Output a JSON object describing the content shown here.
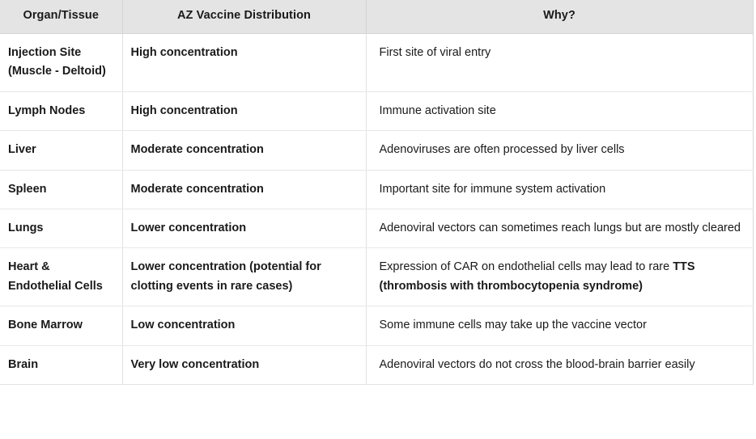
{
  "table": {
    "headers": [
      {
        "label": "Organ/Tissue",
        "name": "organ-tissue"
      },
      {
        "label": "AZ Vaccine Distribution",
        "name": "az-vaccine-distribution"
      },
      {
        "label": "Why?",
        "name": "why"
      }
    ],
    "header_background": "#e4e4e4",
    "border_color": "#e2e2e2",
    "text_color": "#1a1a1a",
    "rows": [
      {
        "organ": "Injection Site (Muscle - Deltoid)",
        "distribution": "High concentration",
        "why_plain": "First site of viral entry",
        "why_bold": ""
      },
      {
        "organ": "Lymph Nodes",
        "distribution": "High concentration",
        "why_plain": "Immune activation site",
        "why_bold": ""
      },
      {
        "organ": "Liver",
        "distribution": "Moderate concentration",
        "why_plain": "Adenoviruses are often processed by liver cells",
        "why_bold": ""
      },
      {
        "organ": "Spleen",
        "distribution": "Moderate concentration",
        "why_plain": "Important site for immune system activation",
        "why_bold": ""
      },
      {
        "organ": "Lungs",
        "distribution": "Lower concentration",
        "why_plain": "Adenoviral vectors can sometimes reach lungs but are mostly cleared",
        "why_bold": ""
      },
      {
        "organ": "Heart & Endothelial Cells",
        "distribution": "Lower concentration (potential for clotting events in rare cases)",
        "why_plain": "Expression of CAR on endothelial cells may lead to rare ",
        "why_bold": "TTS (thrombosis with thrombocytopenia syndrome)"
      },
      {
        "organ": "Bone Marrow",
        "distribution": "Low concentration",
        "why_plain": "Some immune cells may take up the vaccine vector",
        "why_bold": ""
      },
      {
        "organ": "Brain",
        "distribution": "Very low concentration",
        "why_plain": "Adenoviral vectors do not cross the blood-brain barrier easily",
        "why_bold": ""
      }
    ]
  }
}
